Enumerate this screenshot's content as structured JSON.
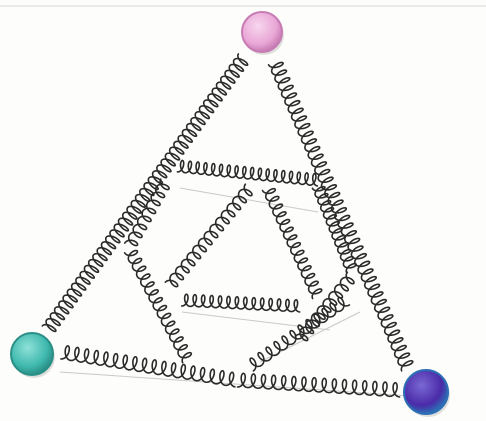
{
  "diagram": {
    "nodes": [
      {
        "id": "top",
        "name": "pink-ball",
        "color": "#e9a6d6",
        "highlight": "#f7d7ee",
        "edge": "#c77bb3"
      },
      {
        "id": "left",
        "name": "teal-ball",
        "color": "#3fb8ad",
        "highlight": "#8fe1d8",
        "edge": "#2a8f86"
      },
      {
        "id": "right",
        "name": "purple-ball",
        "color": "#4a2ba8",
        "highlight": "#7a68d4",
        "edge": "#2c6fb4"
      }
    ],
    "springs": {
      "outer": [
        "top-left",
        "top-right",
        "left-right"
      ],
      "inner_triangles": 2,
      "color": "#2a2a2a"
    }
  }
}
